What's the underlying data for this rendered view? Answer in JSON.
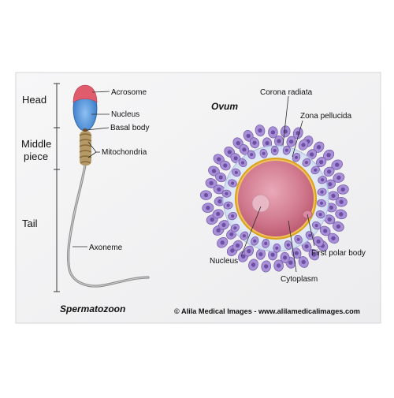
{
  "colors": {
    "page": "#ffffff",
    "poster_bg": "#f4f4f5",
    "poster_edge": "#d6d6d8",
    "line": "#2b2b2b",
    "text": "#111111",
    "cell": "#a98fd6",
    "cell_stroke": "#6f59a8",
    "cell_nucleus": "#6a4fa4",
    "zona": "#d8e3f3",
    "ovum": "#cf6f86",
    "ovum_border": "#e0a300",
    "acrosome": "#e05b6c",
    "sperm_nucleus": "#3b87d5",
    "tail": "#8f8f8f"
  },
  "sperm": {
    "regions": {
      "head": "Head",
      "middle": "Middle",
      "piece": "piece",
      "tail": "Tail"
    },
    "labels": {
      "acrosome": "Acrosome",
      "nucleus": "Nucleus",
      "basal_body": "Basal body",
      "mitochondria": "Mitochondria",
      "axoneme": "Axoneme"
    },
    "title": "Spermatozoon"
  },
  "ovum": {
    "title": "Ovum",
    "labels": {
      "corona_radiata": "Corona radiata",
      "zona_pellucida": "Zona pellucida",
      "nucleus": "Nucleus",
      "first_polar_body": "First polar body",
      "cytoplasm": "Cytoplasm"
    }
  },
  "credit": "© Alila Medical Images  -  www.alilamedicalimages.com"
}
